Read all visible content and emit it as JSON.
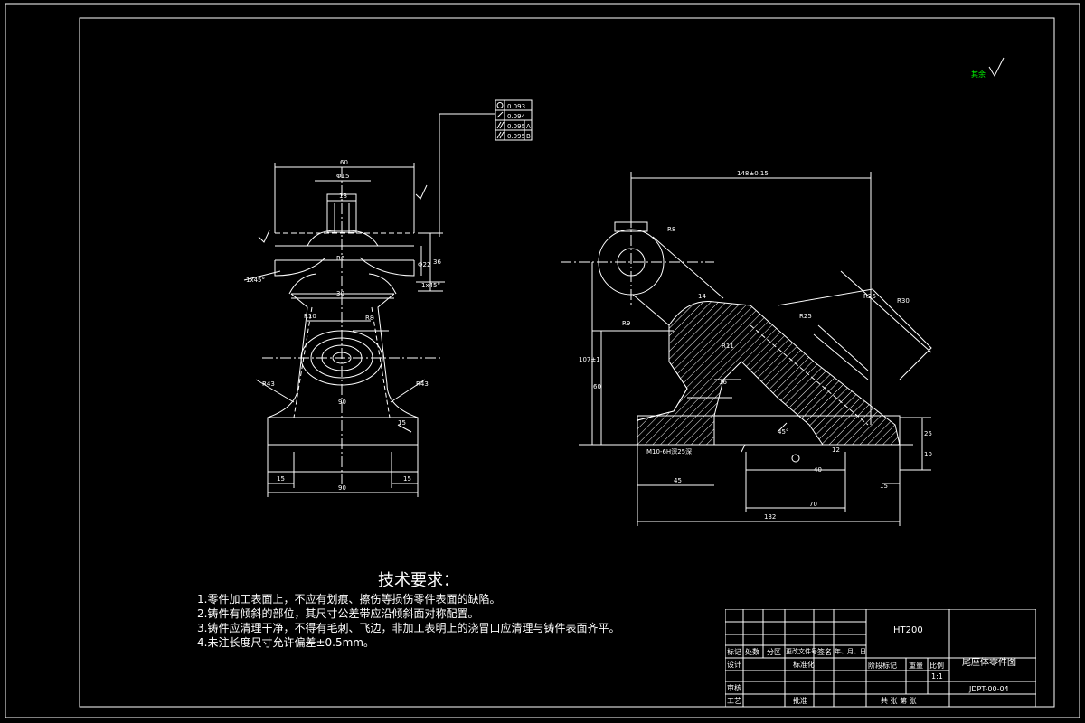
{
  "drawing": {
    "colors": {
      "line": "#ffffff",
      "hatch": "#ffffff",
      "accent": "#00ff00",
      "background": "#000000"
    },
    "roughness_mark": {
      "label": "其余"
    },
    "tolerance_frame": [
      {
        "symbol": "circle",
        "value": "0.093",
        "datum": ""
      },
      {
        "symbol": "flatness",
        "value": "0.094",
        "datum": ""
      },
      {
        "symbol": "parallel",
        "value": "0.095",
        "datum": "A"
      },
      {
        "symbol": "parallel",
        "value": "0.095",
        "datum": "B"
      }
    ],
    "left_view": {
      "dims": {
        "top_width": "60",
        "upper_dia": "Φ15",
        "slot": "18",
        "mid_width": "30",
        "bottom_width": "90",
        "left_step": "15",
        "right_step": "15",
        "chamfer": "1x45°",
        "chamfer2": "1x45°",
        "r_left": "R43",
        "r_right": "R43",
        "r_mid": "R6",
        "ang": "15",
        "height_a": "Φ22",
        "height_b": "36",
        "r10": "R10",
        "r8": "R8"
      }
    },
    "right_view": {
      "dims": {
        "top_length": "148±0.15",
        "boss": "R8",
        "hole_r": "R9",
        "d14": "14",
        "r25": "R25",
        "r11": "R11",
        "h107": "107±1",
        "h60": "60",
        "d40": "40",
        "d45": "45",
        "d132": "132",
        "d70": "70",
        "ang45": "45°",
        "d15": "15",
        "d25": "25",
        "d10": "10",
        "d16": "16",
        "thread": "M10-6H深25深",
        "r30": "R30",
        "r26": "R26",
        "d12": "12"
      }
    }
  },
  "tech_requirements": {
    "title": "技术要求：",
    "items": [
      "1.零件加工表面上，不应有划痕、擦伤等损伤零件表面的缺陷。",
      "2.铸件有倾斜的部位，其尺寸公差带应沿倾斜面对称配置。",
      "3.铸件应清理干净，不得有毛刺、飞边，非加工表明上的浇冒口应清理与铸件表面齐平。",
      "4.未注长度尺寸允许偏差±0.5mm。"
    ]
  },
  "title_block": {
    "material": "HT200",
    "part_name": "尾座体零件图",
    "drawing_no": "JDPT-00-04",
    "scale_label": "比例",
    "scale": "1:1",
    "weight_label": "重量",
    "stage_label": "阶段标记",
    "sheets": "共 张 第 张",
    "rows": [
      "标记",
      "处数",
      "分区",
      "更改文件号",
      "签名",
      "年、月、日"
    ],
    "design": "设计",
    "standard": "标准化",
    "review": "审核",
    "process": "工艺",
    "approve": "批准"
  }
}
